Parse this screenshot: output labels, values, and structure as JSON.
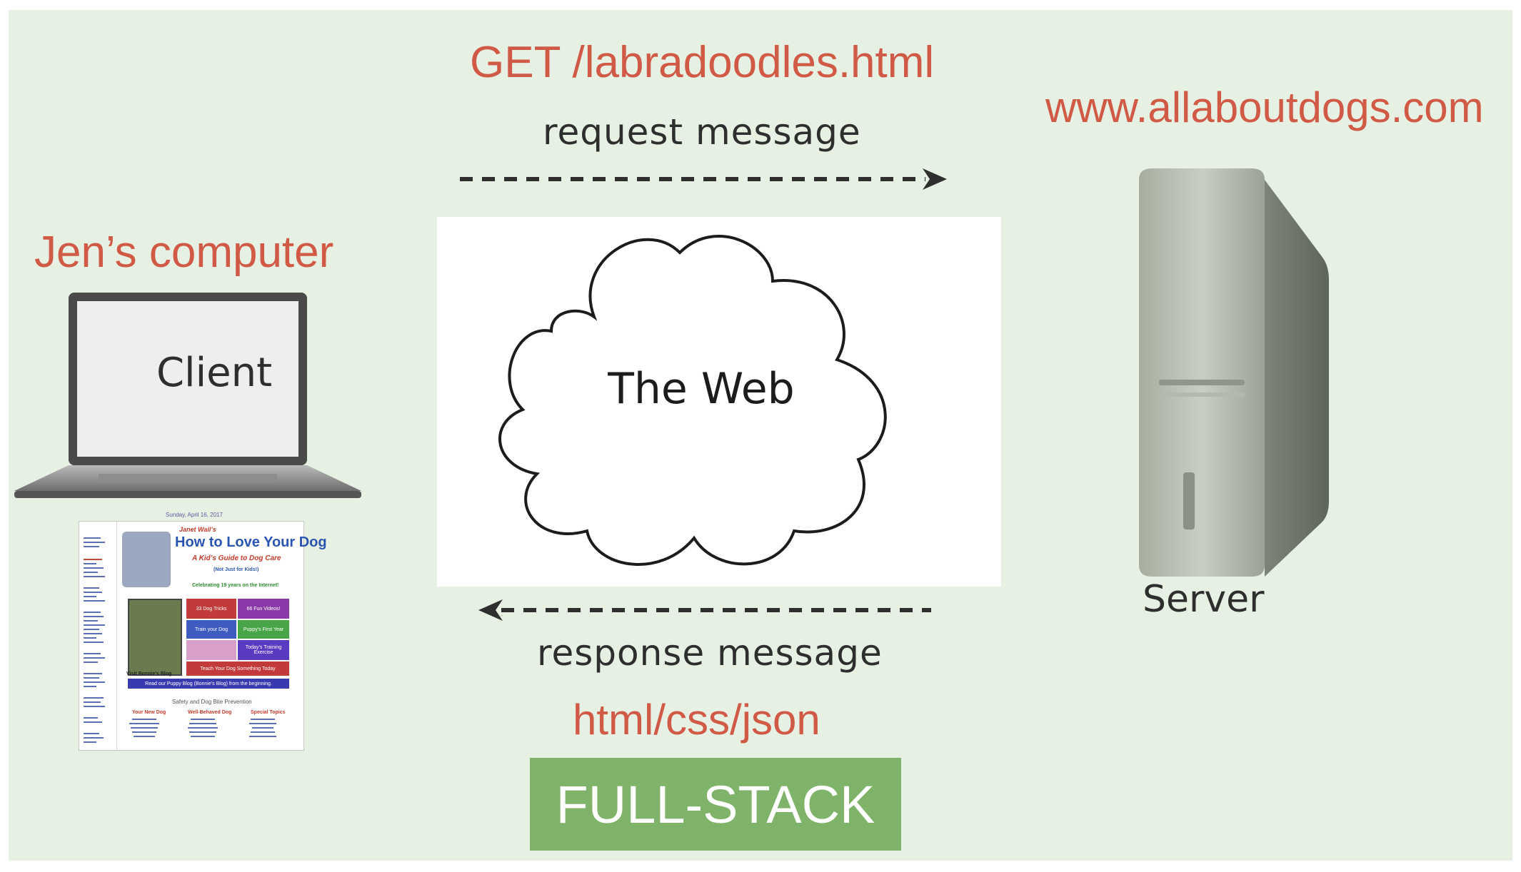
{
  "request": {
    "method_path": "GET /labradoodles.html",
    "label": "request message"
  },
  "response": {
    "label": "response message",
    "formats": "html/css/json"
  },
  "client": {
    "caption": "Jen’s computer",
    "screen_label": "Client"
  },
  "server": {
    "host": "www.allaboutdogs.com",
    "caption": "Server"
  },
  "web": {
    "label": "The Web"
  },
  "badge": {
    "label": "FULL-STACK"
  },
  "thumbnail": {
    "date": "Sunday, April 16, 2017",
    "brand": "Janet Wall’s",
    "title": "How to Love Your Dog",
    "subtitle": "A Kid’s Guide to Dog Care",
    "note": "(Not Just for Kids!)",
    "celebrating": "Celebrating 19 years on the Internet!",
    "tiles": [
      "33 Dog Tricks",
      "66 Fun Videos!",
      "Train your Dog",
      "Puppy’s First Year",
      "Today’s Training Exercise",
      "Teach Your Dog Something Today"
    ],
    "blog": "Visit Bonnie’s Blog",
    "blog_banner": "Read our Puppy Blog (Bonnie’s Blog) from the beginning.",
    "section": "Safety and Dog Bite Prevention",
    "columns": [
      "Your New Dog",
      "Well-Behaved Dog",
      "Special Topics"
    ]
  },
  "colors": {
    "background": "#e6f0e3",
    "accent_red": "#d05a45",
    "badge_green": "#7fb36a"
  }
}
